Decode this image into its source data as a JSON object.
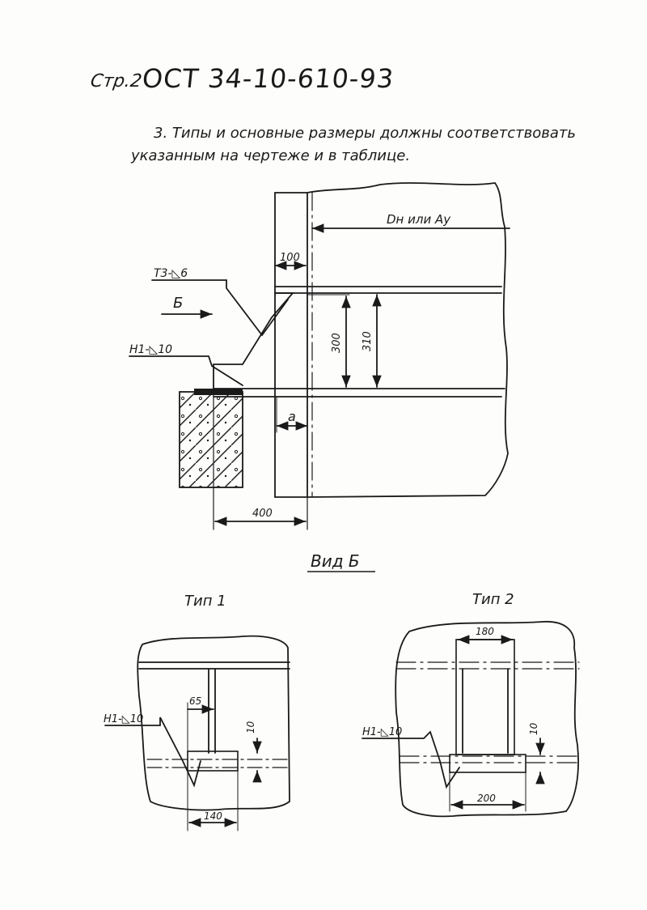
{
  "header": {
    "page_label": "Стр.2",
    "standard_code": "ОСТ 34-10-610-93"
  },
  "body_text": {
    "line1": "3. Типы и основные размеры должны соответствовать",
    "line2": "указанным на чертеже    и в таблице."
  },
  "main_drawing": {
    "diameter_label": "Dн или Ау",
    "dim_100": "100",
    "dim_300": "300",
    "dim_310": "310",
    "dim_a": "a",
    "dim_400": "400",
    "weld_t3": "Т3-◺6",
    "weld_h1": "Н1-◺10",
    "view_arrow_label": "Б"
  },
  "view_b": {
    "title": "Вид Б",
    "type1": {
      "title": "Тип 1",
      "weld_label": "Н1-◺10",
      "dim_65": "65",
      "dim_10": "10",
      "dim_140": "140"
    },
    "type2": {
      "title": "Тип 2",
      "weld_label": "Н1-◺10",
      "dim_180": "180",
      "dim_10": "10",
      "dim_200": "200"
    }
  }
}
